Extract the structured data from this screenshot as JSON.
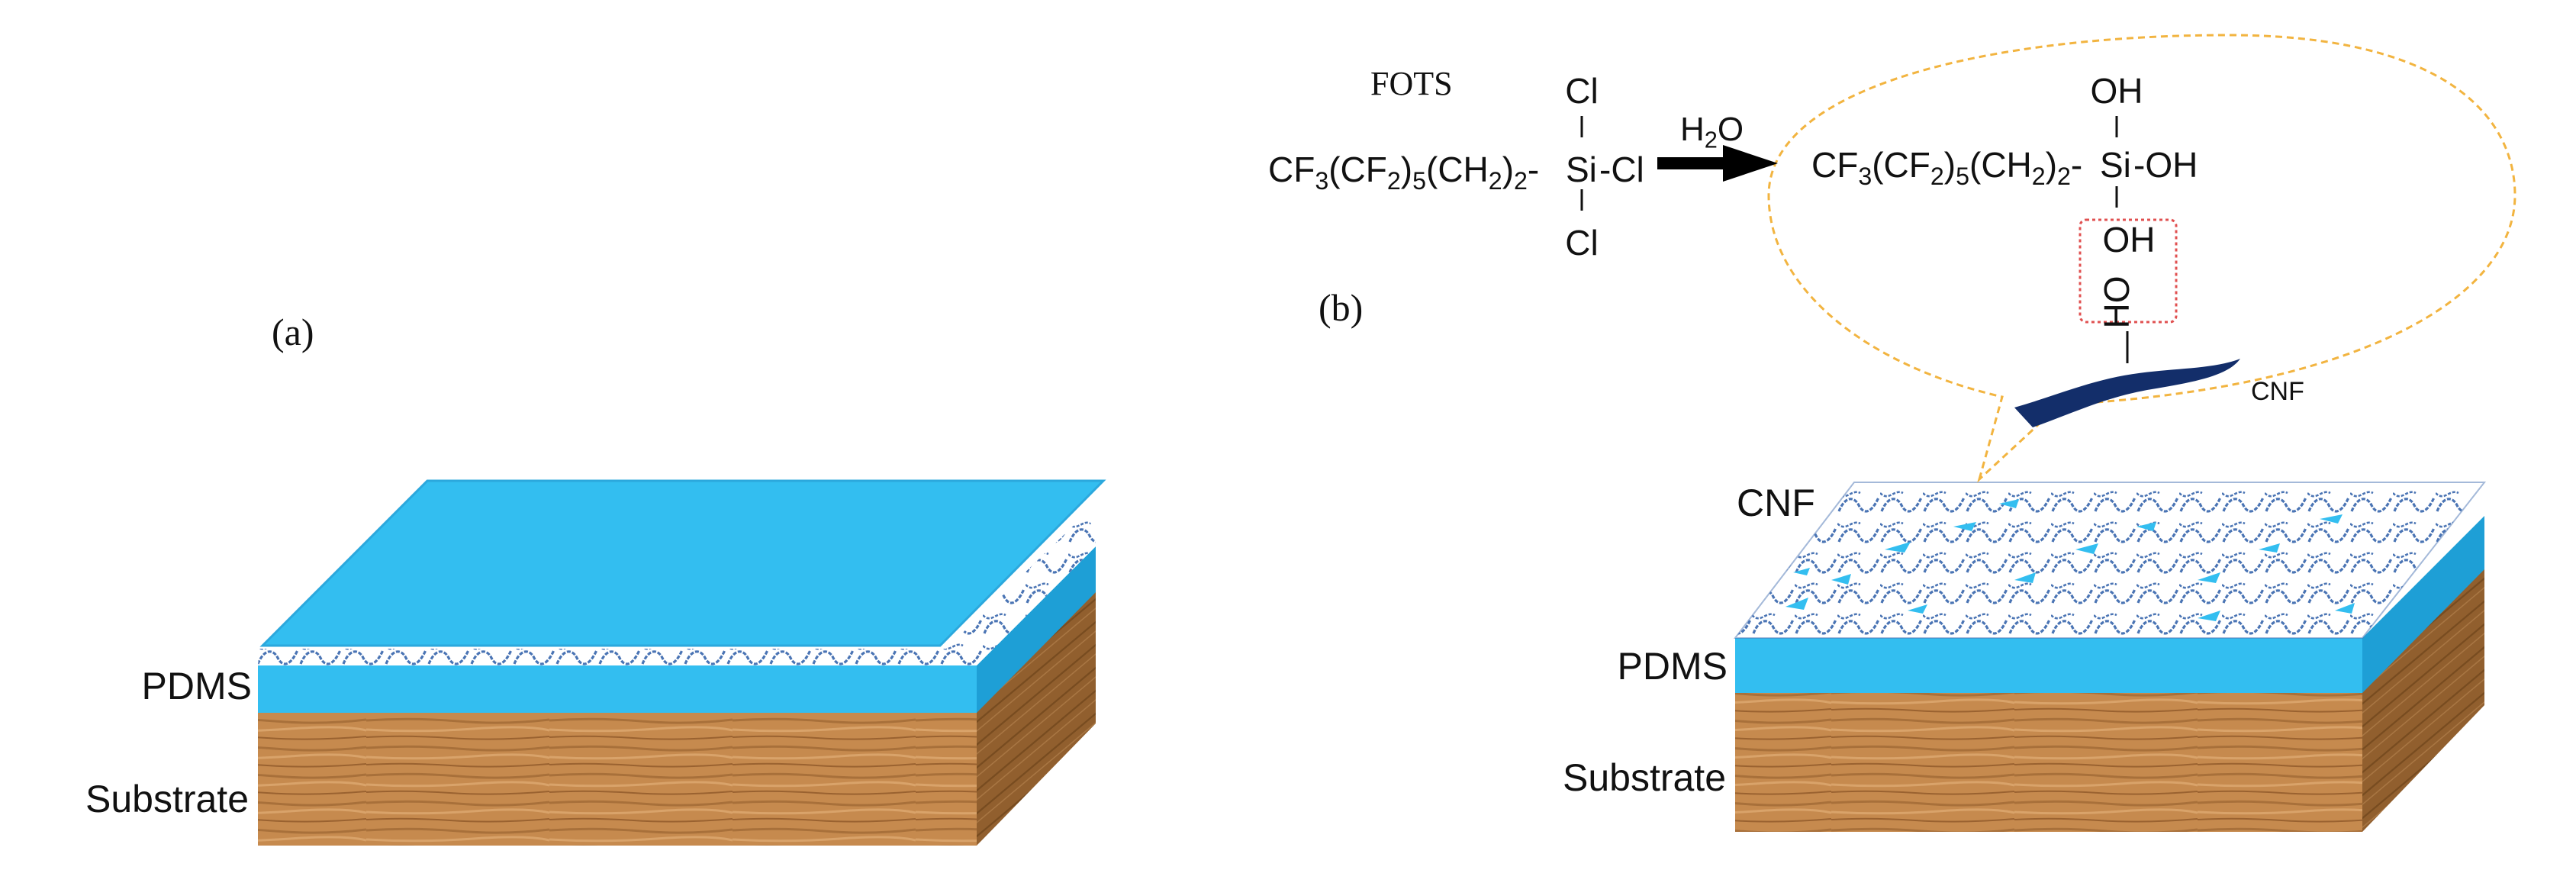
{
  "panel_a": {
    "label": "(a)",
    "layers": {
      "pdms": "PDMS",
      "substrate": "Substrate"
    }
  },
  "panel_b": {
    "label": "(b)",
    "layers": {
      "cnf": "CNF",
      "pdms": "PDMS",
      "substrate": "Substrate"
    }
  },
  "reaction": {
    "reagent_name": "FOTS",
    "reactant": {
      "chain": "CF3(CF2)5(CH2)2-",
      "silicon": "Si",
      "side_cl": "-Cl",
      "top_cl": "Cl",
      "bottom_cl": "Cl"
    },
    "reagent_over_arrow": "H2O",
    "product": {
      "chain": "CF3(CF2)5(CH2)2-",
      "silicon": "Si",
      "side_oh": "-OH",
      "top_oh": "OH",
      "bottom_oh": "OH"
    },
    "surface_hydroxyl": "HO",
    "fiber_label": "CNF"
  },
  "colors": {
    "pdms_blue": "#33BEF0",
    "pdms_side": "#1E9FD6",
    "wood_front": "#C68A4E",
    "wood_side": "#9C6632",
    "cnf_mesh": "#4A74B4",
    "callout_dash": "#F2B440",
    "highlight_box": "#E05050",
    "fiber_navy": "#132E6A",
    "arrow": "#000000"
  }
}
